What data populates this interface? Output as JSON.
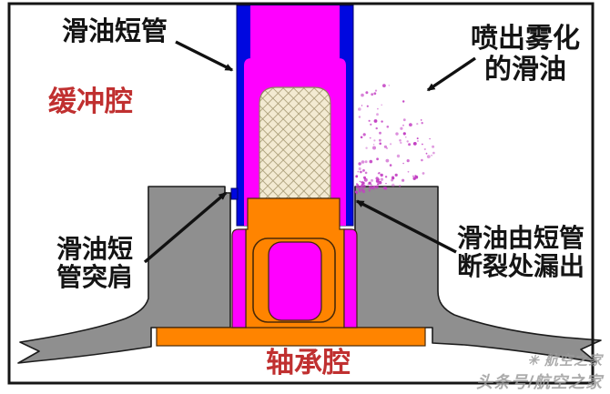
{
  "diagram": {
    "labels": {
      "oil_short_tube": "滑油短管",
      "buffer_cavity": "缓冲腔",
      "shoulder_line1": "滑油短",
      "shoulder_line2": "管突肩",
      "spray_line1": "喷出雾化",
      "spray_line2": "的滑油",
      "leak_line1": "滑油由短管",
      "leak_line2": "断裂处漏出",
      "bearing_cavity": "轴承腔"
    },
    "colors": {
      "tube_wall_blue": "#0008e0",
      "tube_inner_magenta": "#ff00ff",
      "bearing_orange": "#ff8400",
      "housing_gray": "#8f8f8f",
      "red_label": "#c03030",
      "spray_magenta": "#c33fc3",
      "hatch_bg": "#f3ead2",
      "hatch_line": "#a59872"
    },
    "watermark": {
      "icon": "✳",
      "line1": "航空之家",
      "line2": "头条号/航空之家"
    }
  }
}
